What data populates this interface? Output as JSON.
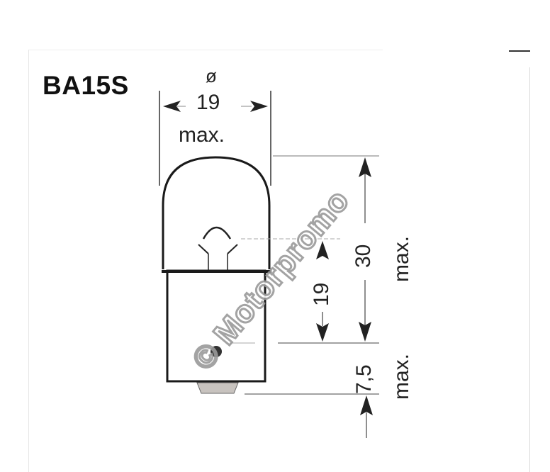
{
  "diagram": {
    "title": "BA15S",
    "diameter_symbol": "ø",
    "width_value": "19",
    "width_suffix": "max.",
    "total_height_value": "30",
    "total_height_suffix": "max.",
    "filament_height_value": "19",
    "base_tip_value": "7,5",
    "base_tip_suffix": "max.",
    "watermark": "© Motorpromo",
    "colors": {
      "line": "#222222",
      "watermark_stroke": "#9a9a9a"
    }
  }
}
